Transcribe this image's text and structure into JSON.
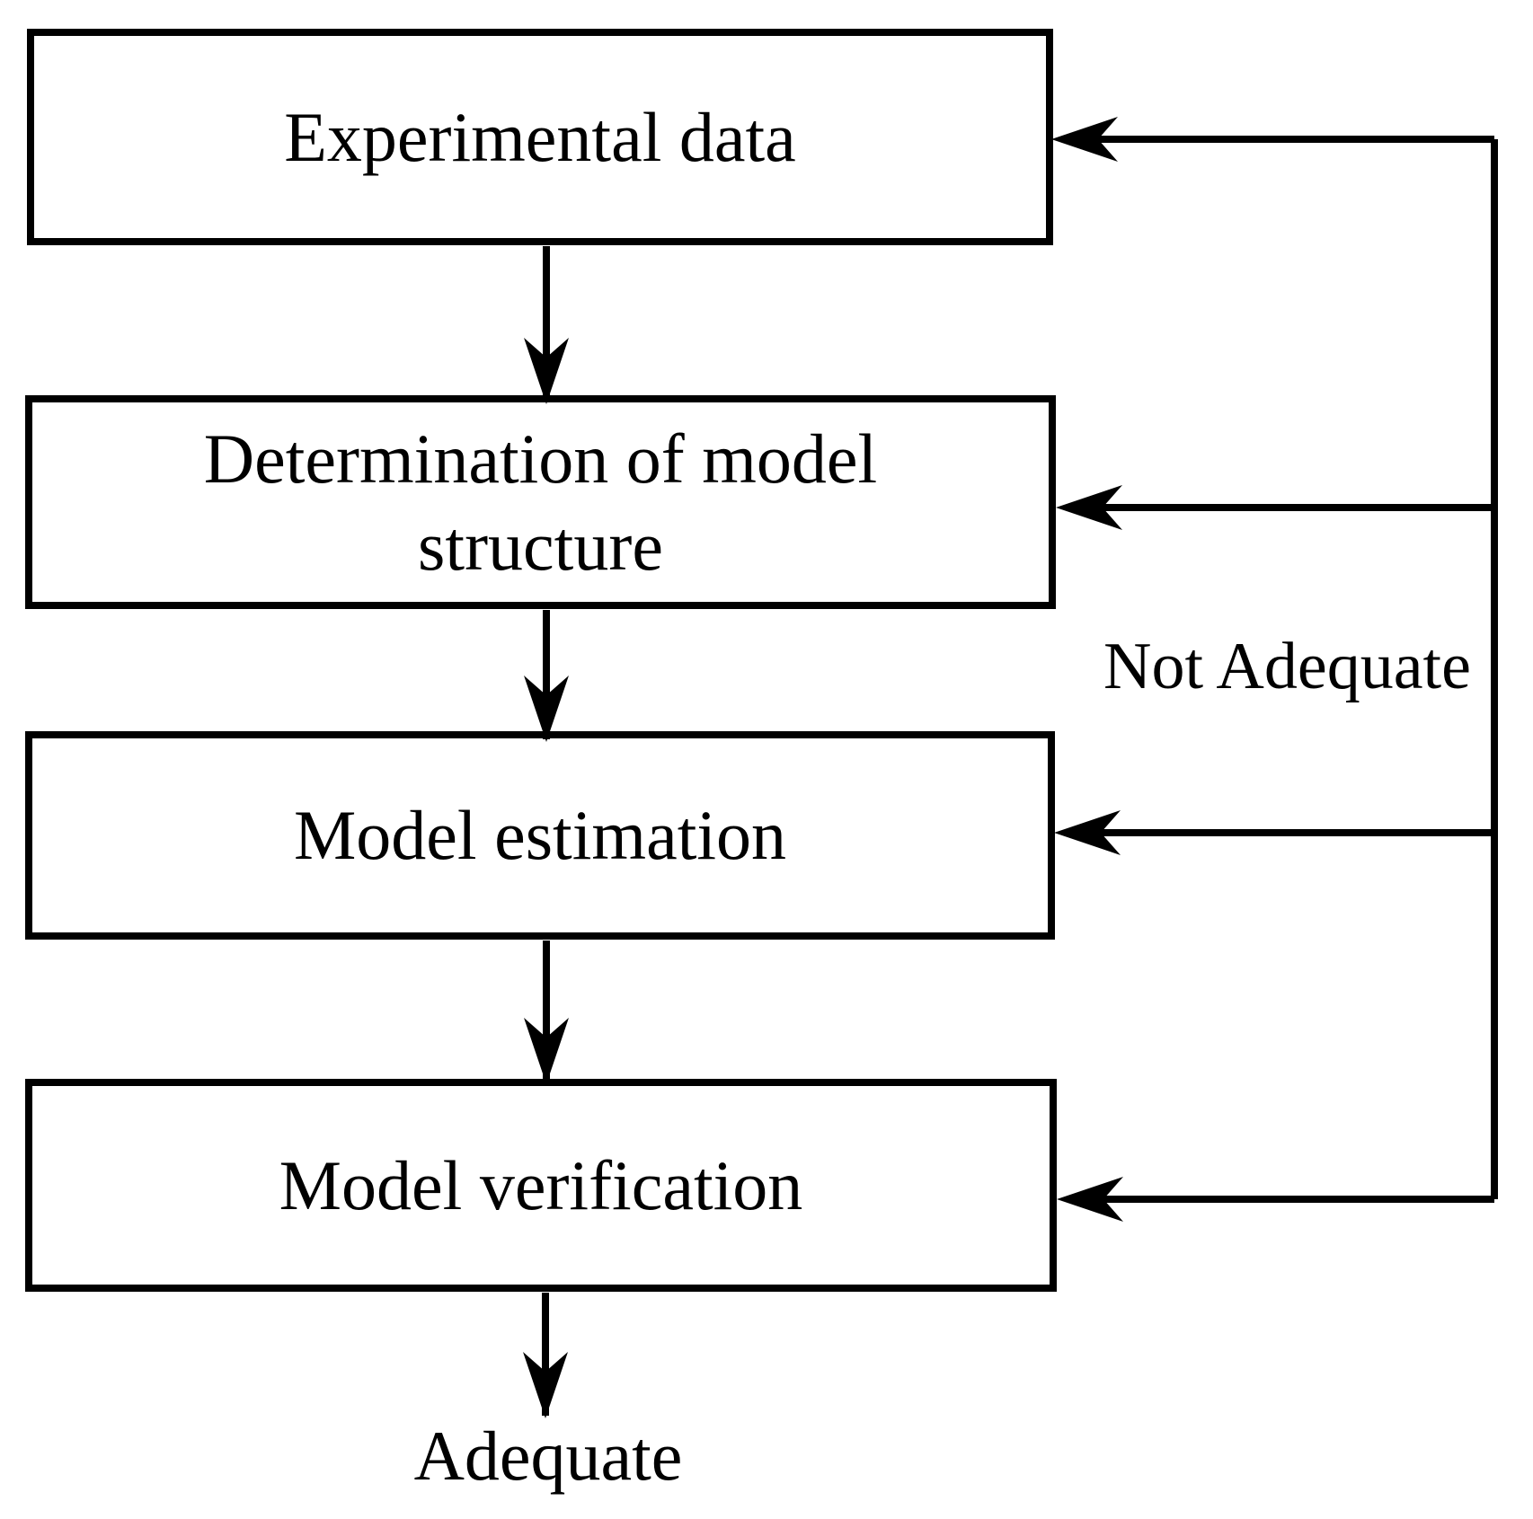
{
  "flow": {
    "boxes": [
      {
        "id": "experimental-data",
        "label": "Experimental data"
      },
      {
        "id": "determination-structure",
        "label": "Determination of model structure"
      },
      {
        "id": "model-estimation",
        "label": "Model estimation"
      },
      {
        "id": "model-verification",
        "label": "Model verification"
      }
    ],
    "annotations": {
      "feedback_label": "Not Adequate",
      "outcome_label": "Adequate"
    },
    "colors": {
      "line": "#000000",
      "text": "#000000",
      "background": "#ffffff"
    }
  }
}
